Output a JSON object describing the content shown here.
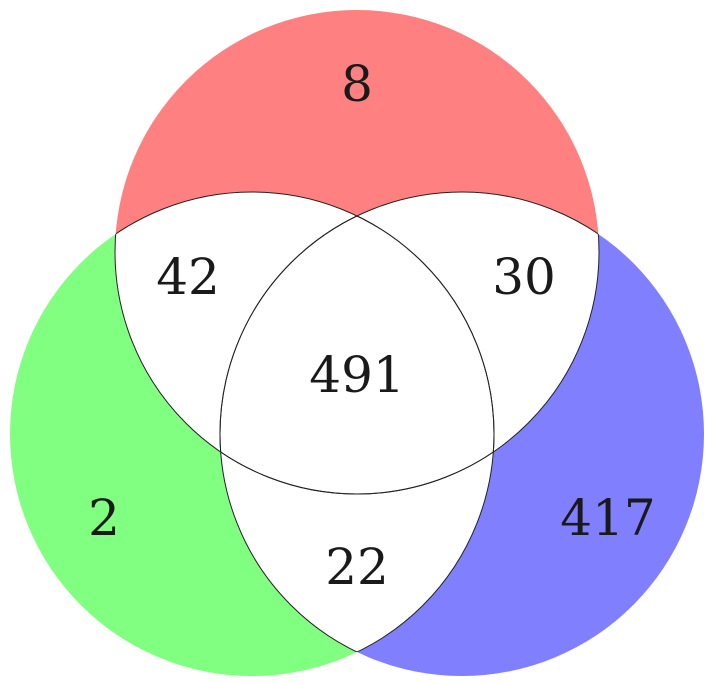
{
  "venn": {
    "colors": {
      "top": "#ff8080",
      "left": "#80ff80",
      "right": "#8080ff",
      "overlap": "#ffffff",
      "outline": "#222222"
    },
    "regions": {
      "top_only": "8",
      "left_only": "2",
      "right_only": "417",
      "top_left": "42",
      "top_right": "30",
      "left_right": "22",
      "all_three": "491"
    }
  }
}
